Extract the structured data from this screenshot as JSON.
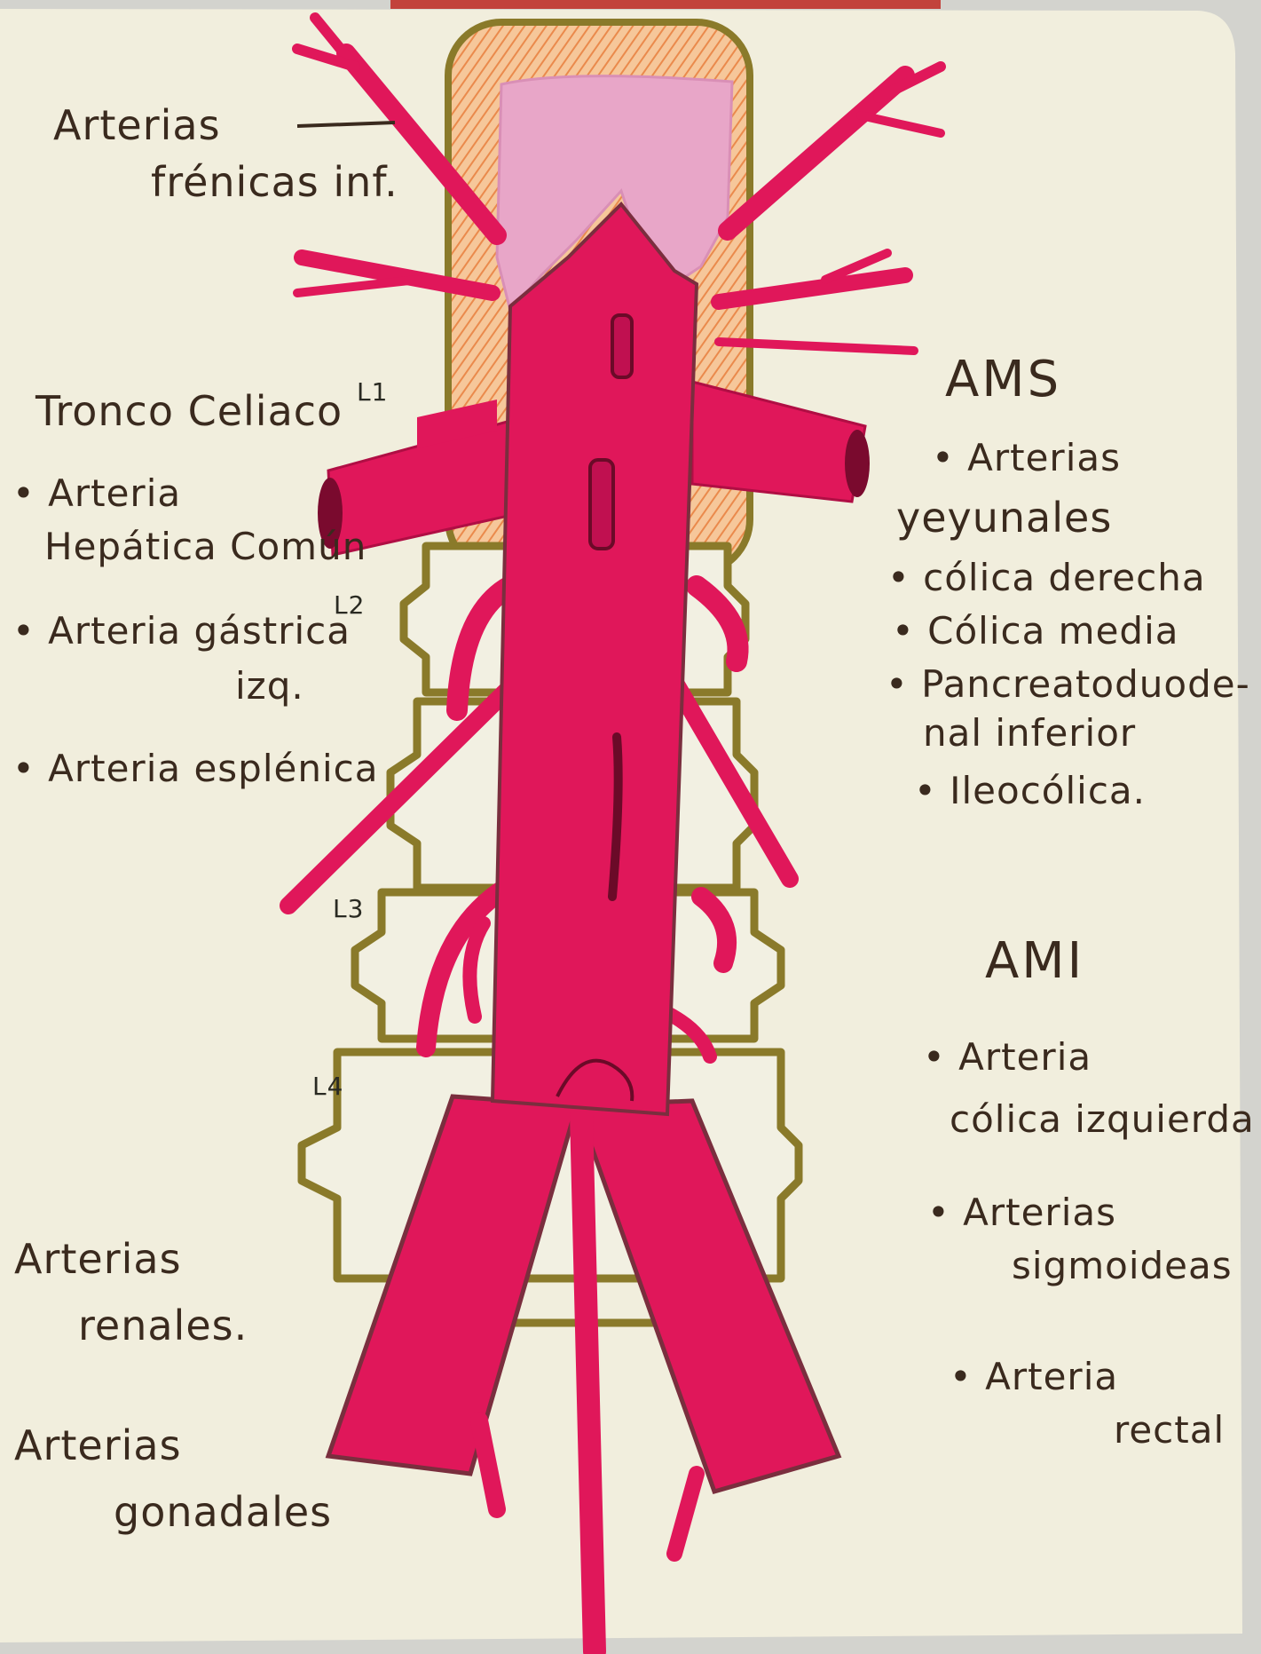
{
  "colors": {
    "paper": "#f1eedd",
    "background": "#d3d3ce",
    "artery": "#e0175a",
    "artery_dark": "#b00e44",
    "artery_outline": "#7a2e3e",
    "spine_outline": "#8a7a2a",
    "vertebra_fill": "#f4d2a3",
    "vertebra_hatch": "#e8894a",
    "foam": "#e8a6c8",
    "ink": "#3a2a1e"
  },
  "labels": {
    "frenicas_1": "Arterias",
    "frenicas_2": "frénicas inf.",
    "tronco": "Tronco Celiaco",
    "hepatica_1": "• Arteria",
    "hepatica_2": "Hepática Común",
    "gastrica_1": "• Arteria gástrica",
    "gastrica_2": "izq.",
    "esplenica": "• Arteria esplénica",
    "renales_1": "Arterias",
    "renales_2": "renales.",
    "gonadales_1": "Arterias",
    "gonadales_2": "gonadales",
    "ams": "AMS",
    "ams_1a": "• Arterias",
    "ams_1b": "yeyunales",
    "ams_2": "• cólica derecha",
    "ams_3": "• Cólica media",
    "ams_4a": "• Pancreatoduode-",
    "ams_4b": "nal inferior",
    "ams_5": "• Ileocólica.",
    "ami": "AMI",
    "ami_1a": "• Arteria",
    "ami_1b": "cólica izquierda",
    "ami_2a": "• Arterias",
    "ami_2b": "sigmoideas",
    "ami_3a": "• Arteria",
    "ami_3b": "rectal"
  },
  "vertebrae": [
    "L1",
    "L2",
    "L3",
    "L4"
  ]
}
